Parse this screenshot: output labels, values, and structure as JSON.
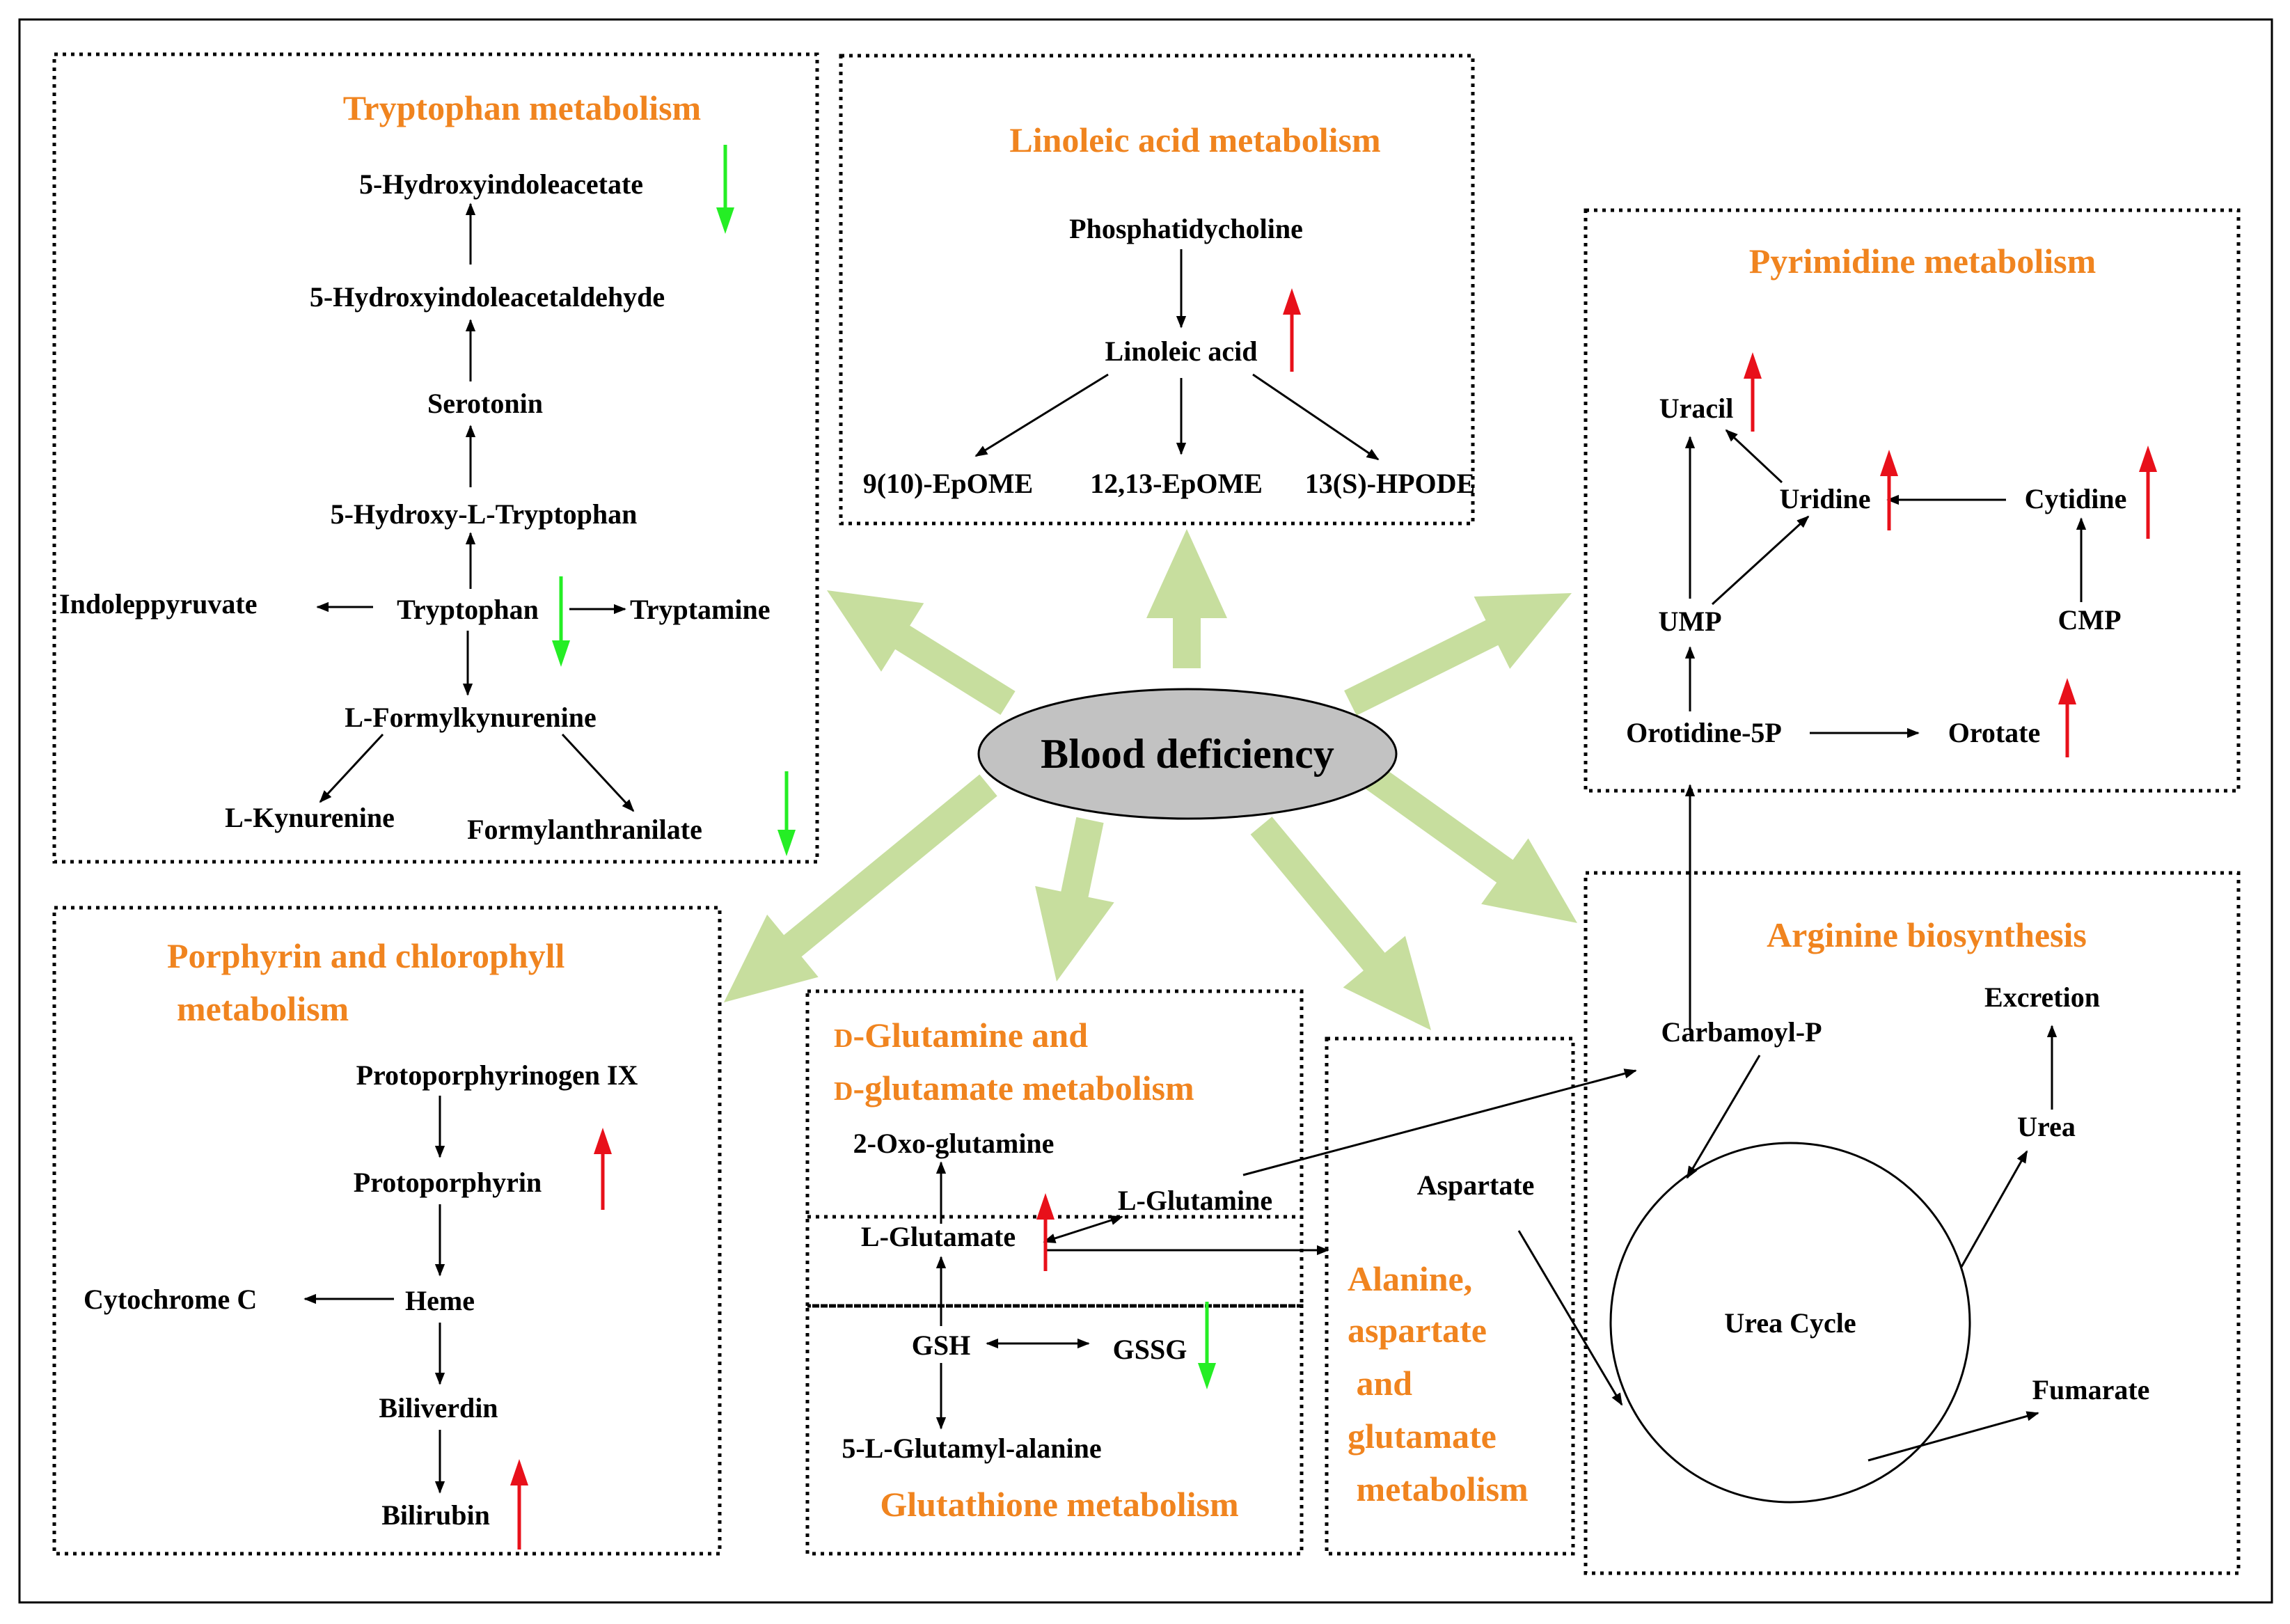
{
  "center": "Blood deficiency",
  "colors": {
    "up": "#E8101A",
    "down": "#25EE25",
    "title": "#F0841F",
    "bigArrow": "#C7DE9E",
    "ellipse": "#C2C2C2"
  },
  "tryptophan": {
    "title": "Tryptophan metabolism",
    "n_5hiaa": "5-Hydroxyindoleacetate",
    "n_5hial": "5-Hydroxyindoleacetaldehyde",
    "n_serotonin": "Serotonin",
    "n_5htp": "5-Hydroxy-L-Tryptophan",
    "n_indolepyruvate": "Indoleppyruvate",
    "n_tryptophan": "Tryptophan",
    "n_tryptamine": "Tryptamine",
    "n_formylkyn": "L-Formylkynurenine",
    "n_kynurenine": "L-Kynurenine",
    "n_formylanth": "Formylanthranilate"
  },
  "linoleic": {
    "title": "Linoleic acid metabolism",
    "n_pc": "Phosphatidycholine",
    "n_la": "Linoleic acid",
    "n_9epome": "9(10)-EpOME",
    "n_12epome": "12,13-EpOME",
    "n_hpode": "13(S)-HPODE"
  },
  "pyrimidine": {
    "title": "Pyrimidine metabolism",
    "n_uracil": "Uracil",
    "n_uridine": "Uridine",
    "n_cytidine": "Cytidine",
    "n_ump": "UMP",
    "n_cmp": "CMP",
    "n_orotidine": "Orotidine-5P",
    "n_orotate": "Orotate"
  },
  "porphyrin": {
    "title1": "Porphyrin and chlorophyll",
    "title2": "metabolism",
    "n_protoix": "Protoporphyrinogen IX",
    "n_proto": "Protoporphyrin",
    "n_cytc": "Cytochrome C",
    "n_heme": "Heme",
    "n_biliverdin": "Biliverdin",
    "n_bilirubin": "Bilirubin"
  },
  "glutamine": {
    "title1_prefix": "D",
    "title1_rest": "-Glutamine and",
    "title2_prefix": "D",
    "title2_rest": "-glutamate metabolism",
    "n_oxoglut": "2-Oxo-glutamine",
    "n_lglutamine": "L-Glutamine",
    "n_lglutamate": "L-Glutamate"
  },
  "glutathione": {
    "title": "Glutathione metabolism",
    "n_gsh": "GSH",
    "n_gssg": "GSSG",
    "n_glualanine": "5-L-Glutamyl-alanine"
  },
  "alanine": {
    "n_aspartate": "Aspartate",
    "title_lines": [
      "Alanine,",
      "aspartate",
      " and",
      "glutamate",
      " metabolism"
    ]
  },
  "arginine": {
    "title": "Arginine biosynthesis",
    "n_carbamoyl": "Carbamoyl-P",
    "n_excretion": "Excretion",
    "n_urea": "Urea",
    "n_ureacycle": "Urea Cycle",
    "n_fumarate": "Fumarate"
  },
  "regulation": {
    "5-Hydroxyindoleacetate": "down",
    "Tryptophan": "down",
    "Formylanthranilate": "down",
    "Linoleic acid": "up",
    "Uracil": "up",
    "Uridine": "up",
    "Cytidine": "up",
    "Orotate": "up",
    "Protoporphyrin": "up",
    "Bilirubin": "up",
    "L-Glutamate": "up",
    "GSSG": "down"
  }
}
